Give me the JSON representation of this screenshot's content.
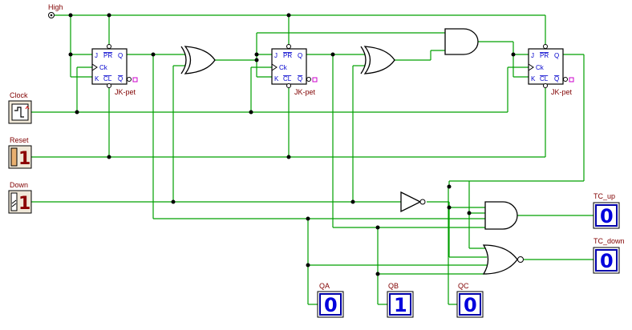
{
  "labels": {
    "high": "High",
    "clock": "Clock",
    "reset": "Reset",
    "down": "Down",
    "tc_up": "TC_up",
    "tc_down": "TC_down",
    "qa": "QA",
    "qb": "QB",
    "qc": "QC"
  },
  "flipflop": {
    "name": "JK-pet",
    "pin_j": "J",
    "pin_pr": "PR",
    "pin_q": "Q",
    "pin_ck": "Ck",
    "pin_k": "K",
    "pin_cl": "CL",
    "pin_qn": "Q"
  },
  "values": {
    "reset": "1",
    "down": "1",
    "tc_up": "0",
    "tc_down": "0",
    "qa": "0",
    "qb": "1",
    "qc": "0"
  },
  "colors": {
    "wire": "#00a000",
    "display_digit": "#0000dd",
    "source_digit": "#8b0000",
    "label": "#800000"
  }
}
